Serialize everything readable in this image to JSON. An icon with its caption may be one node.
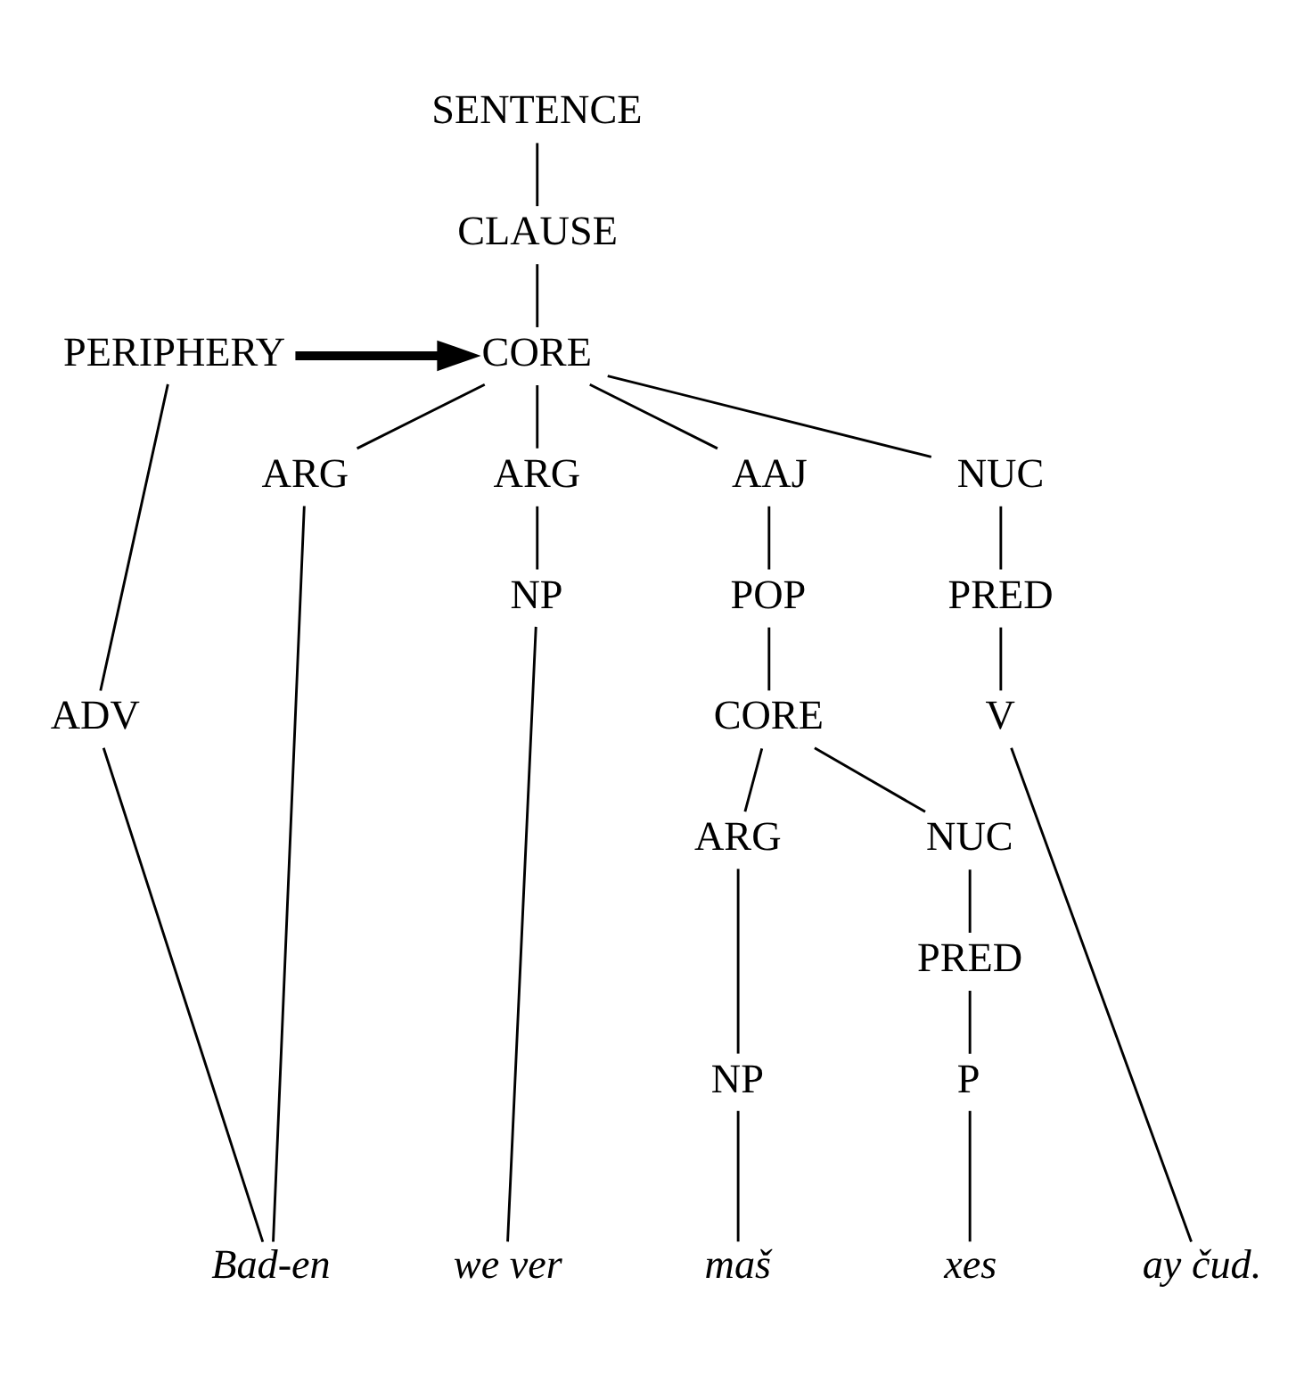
{
  "diagram": {
    "nodes": [
      {
        "text": [
          "SENTENCE"
        ]
      },
      {
        "text": [
          "CLAUSE"
        ]
      },
      {
        "text": [
          "PERIPHERY"
        ]
      },
      {
        "text": [
          "CORE"
        ]
      },
      {
        "text": [
          "ARG"
        ]
      },
      {
        "text": [
          "ARG"
        ]
      },
      {
        "text": [
          "AAJ"
        ]
      },
      {
        "text": [
          "NUC"
        ]
      },
      {
        "text": [
          "NP"
        ]
      },
      {
        "text": [
          "POP"
        ]
      },
      {
        "text": [
          "PRED"
        ]
      },
      {
        "text": [
          "ADV"
        ]
      },
      {
        "text": [
          "CORE"
        ]
      },
      {
        "text": [
          "V"
        ]
      },
      {
        "text": [
          "ARG"
        ]
      },
      {
        "text": [
          "NUC"
        ]
      },
      {
        "text": [
          "PRED"
        ]
      },
      {
        "text": [
          "NP"
        ]
      },
      {
        "text": [
          "P"
        ]
      },
      {
        "text": [
          "Bad-en"
        ]
      },
      {
        "text": [
          "we ver"
        ]
      },
      {
        "text": [
          "maš"
        ]
      },
      {
        "text": [
          "xes"
        ]
      },
      {
        "text": [
          "ay čud."
        ]
      }
    ],
    "edges": [
      {
        "from": 0,
        "to": 1,
        "arrow": "none"
      },
      {
        "from": 1,
        "to": 3,
        "arrow": "none"
      },
      {
        "from": 2,
        "to": 3,
        "arrow": "to",
        "style": "thick"
      },
      {
        "from": 3,
        "to": 4,
        "arrow": "none"
      },
      {
        "from": 3,
        "to": 5,
        "arrow": "none"
      },
      {
        "from": 3,
        "to": 6,
        "arrow": "none"
      },
      {
        "from": 3,
        "to": 7,
        "arrow": "none"
      },
      {
        "from": 5,
        "to": 8,
        "arrow": "none"
      },
      {
        "from": 6,
        "to": 9,
        "arrow": "none"
      },
      {
        "from": 7,
        "to": 10,
        "arrow": "none"
      },
      {
        "from": 2,
        "to": 11,
        "arrow": "none"
      },
      {
        "from": 9,
        "to": 12,
        "arrow": "none"
      },
      {
        "from": 10,
        "to": 13,
        "arrow": "none"
      },
      {
        "from": 12,
        "to": 14,
        "arrow": "none"
      },
      {
        "from": 12,
        "to": 15,
        "arrow": "none"
      },
      {
        "from": 15,
        "to": 16,
        "arrow": "none"
      },
      {
        "from": 14,
        "to": 17,
        "arrow": "none"
      },
      {
        "from": 16,
        "to": 18,
        "arrow": "none"
      },
      {
        "from": 11,
        "to": 19,
        "arrow": "none"
      },
      {
        "from": 4,
        "to": 19,
        "arrow": "none"
      },
      {
        "from": 8,
        "to": 20,
        "arrow": "none"
      },
      {
        "from": 17,
        "to": 21,
        "arrow": "none"
      },
      {
        "from": 18,
        "to": 22,
        "arrow": "none"
      },
      {
        "from": 13,
        "to": 23,
        "arrow": "none"
      }
    ]
  }
}
